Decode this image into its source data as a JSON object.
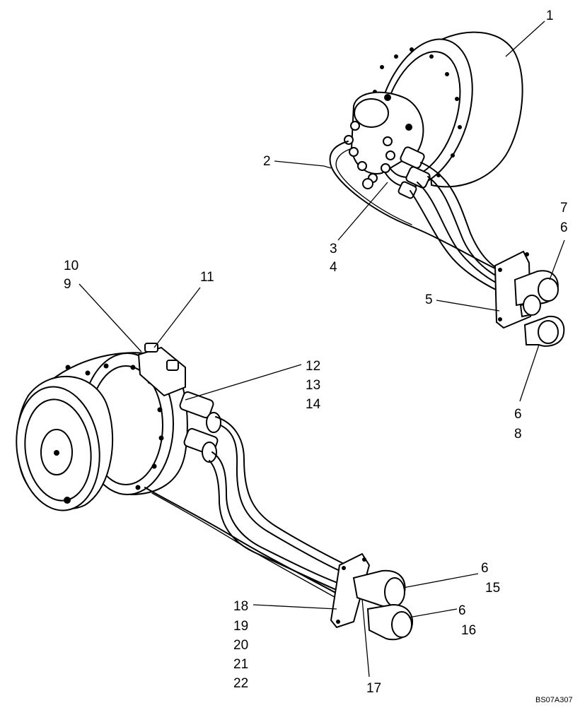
{
  "figure_id": "BS07A307",
  "callouts": {
    "c1": "1",
    "c2": "2",
    "c3": "3",
    "c4": "4",
    "c5": "5",
    "c6a": "6",
    "c7": "7",
    "c6b": "6",
    "c8": "8",
    "c9": "9",
    "c10": "10",
    "c11": "11",
    "c12": "12",
    "c13": "13",
    "c14": "14",
    "c6c": "6",
    "c15": "15",
    "c6d": "6",
    "c16": "16",
    "c17": "17",
    "c18": "18",
    "c19": "19",
    "c20": "20",
    "c21": "21",
    "c22": "22"
  }
}
